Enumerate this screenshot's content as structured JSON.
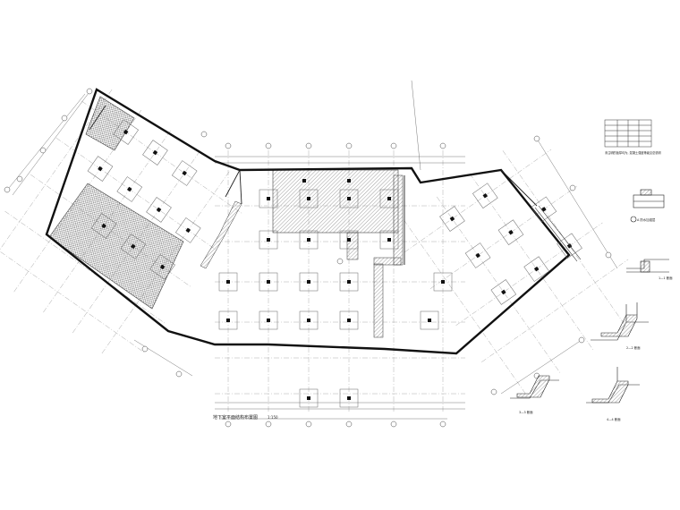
{
  "drawing": {
    "title": "地下室平面结构布置图",
    "scale": "1:150",
    "note": "未注明的板厚均为, 混凝土强度等级见总说明"
  },
  "details": [
    {
      "key": "sa",
      "label": "A 防水加强层"
    },
    {
      "key": "s1",
      "label": "1—1 断面"
    },
    {
      "key": "s2",
      "label": "2—2 断面"
    },
    {
      "key": "s3",
      "label": "3—3 断面"
    },
    {
      "key": "s4",
      "label": "4—4 断面"
    }
  ],
  "colors": {
    "ink": "#111111",
    "line": "#444444",
    "hatch": "#9a9a9a"
  }
}
